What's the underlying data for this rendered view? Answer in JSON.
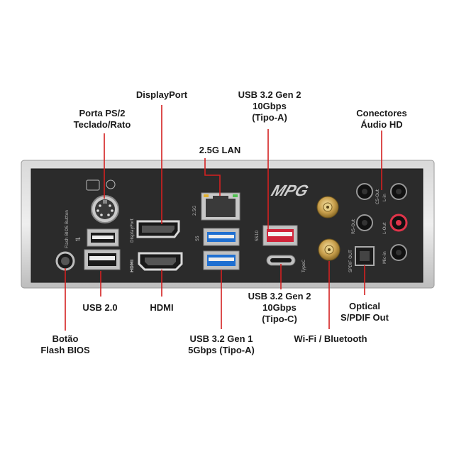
{
  "labels": {
    "displayport": [
      "DisplayPort"
    ],
    "usb32gen2_a": [
      "USB 3.2 Gen 2",
      "10Gbps",
      "(Tipo-A)"
    ],
    "ps2": [
      "Porta PS/2",
      "Teclado/Rato"
    ],
    "audio": [
      "Conectores",
      "Áudio HD"
    ],
    "lan": [
      "2.5G LAN"
    ],
    "usb20": [
      "USB 2.0"
    ],
    "hdmi": [
      "HDMI"
    ],
    "usb32gen2_c": [
      "USB 3.2 Gen 2",
      "10Gbps",
      "(Tipo-C)"
    ],
    "optical": [
      "Optical",
      "S/PDIF Out"
    ],
    "bios": [
      "Botão",
      "Flash BIOS"
    ],
    "usb32gen1": [
      "USB 3.2 Gen 1",
      "5Gbps (Tipo-A)"
    ],
    "wifi": [
      "Wi-Fi / Bluetooth"
    ]
  },
  "panel_text": {
    "flash_bios_button": "Flash BIOS Button",
    "displayport": "DisplayPort",
    "hdmi": "HDMI",
    "lan_25g": "2.5G",
    "brand": "MPG",
    "typec": "TypeC",
    "spdif_out": "SPDIF OUT",
    "rs_out": "RS-Out",
    "cs_out": "CS-Out",
    "line_in": "L-in",
    "line_out": "L-Out",
    "mic_in": "Mic-in",
    "ss5": "SS",
    "ss10": "SS10"
  },
  "colors": {
    "callout_line": "#d42020",
    "panel": "#2b2b2b",
    "usb3_blue": "#1f6fd1",
    "usb32_red": "#d0243a",
    "mic_pink": "#e0344a"
  }
}
